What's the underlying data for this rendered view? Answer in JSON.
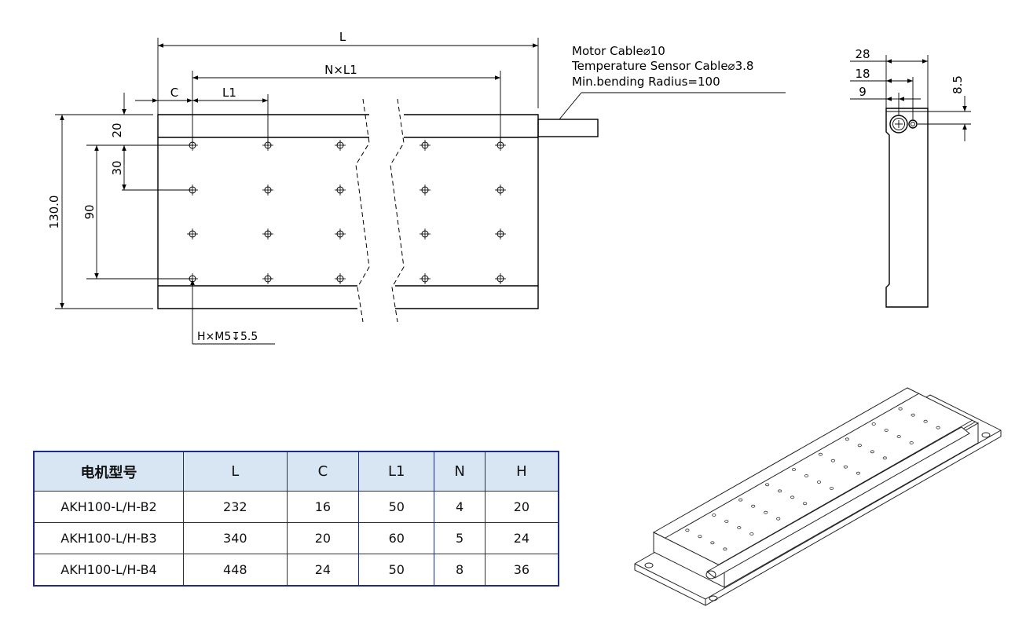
{
  "drawing": {
    "dimensions": {
      "L": "L",
      "NxL1": "N×L1",
      "C": "C",
      "L1": "L1",
      "top_offset": "20",
      "pitch": "30",
      "span": "90",
      "height": "130.0",
      "hole_callout": "H×M5↧5.5"
    },
    "cable_note": [
      "Motor Cable⌀10",
      "Temperature Sensor Cable⌀3.8",
      "Min.bending Radius=100"
    ],
    "side_view": {
      "width": "28",
      "mid": "18",
      "inner": "9",
      "offset": "8.5"
    }
  },
  "table": {
    "headers": [
      "电机型号",
      "L",
      "C",
      "L1",
      "N",
      "H"
    ],
    "rows": [
      [
        "AKH100-L/H-B2",
        "232",
        "16",
        "50",
        "4",
        "20"
      ],
      [
        "AKH100-L/H-B3",
        "340",
        "20",
        "60",
        "5",
        "24"
      ],
      [
        "AKH100-L/H-B4",
        "448",
        "24",
        "50",
        "8",
        "36"
      ]
    ]
  }
}
